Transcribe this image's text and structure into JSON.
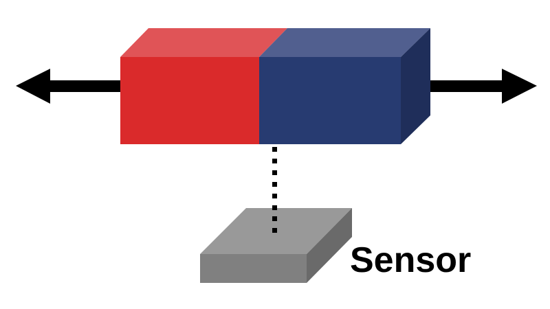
{
  "diagram": {
    "label": "Sensor",
    "magnet": {
      "north_color": "#da2a2b",
      "north_top_color": "#e05457",
      "south_color": "#273b71",
      "south_top_color": "#515f8f",
      "south_side_color": "#1f2e5a"
    },
    "sensor": {
      "top_color": "#999999",
      "front_color": "#808080",
      "side_color": "#6a6a6a"
    },
    "arrows": {
      "color": "#000000",
      "directions": [
        "left",
        "right"
      ]
    }
  }
}
